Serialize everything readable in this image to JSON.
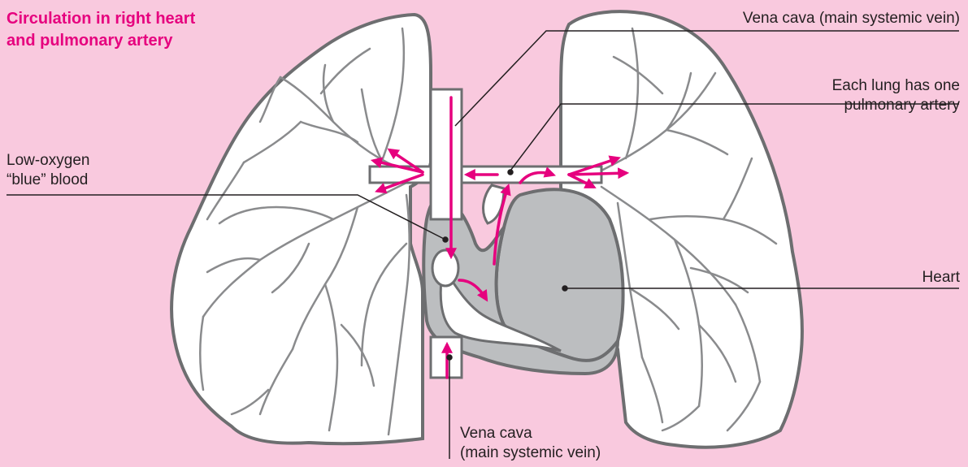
{
  "title": {
    "line1": "Circulation in right heart",
    "line2": "and pulmonary artery"
  },
  "labels": {
    "vena_cava_top": "Vena cava (main systemic vein)",
    "pulmonary_artery_line1": "Each lung has one",
    "pulmonary_artery_line2": "pulmonary artery",
    "low_oxygen_line1": "Low-oxygen",
    "low_oxygen_line2": "“blue” blood",
    "heart": "Heart",
    "vena_cava_bottom_line1": "Vena cava",
    "vena_cava_bottom_line2": "(main systemic vein)"
  },
  "colors": {
    "background": "#F9C9DE",
    "title": "#E6007E",
    "arrow": "#E6007E",
    "outline": "#6D6E70",
    "heart_fill": "#BCBEC0",
    "lung_fill": "#FFFFFF"
  }
}
